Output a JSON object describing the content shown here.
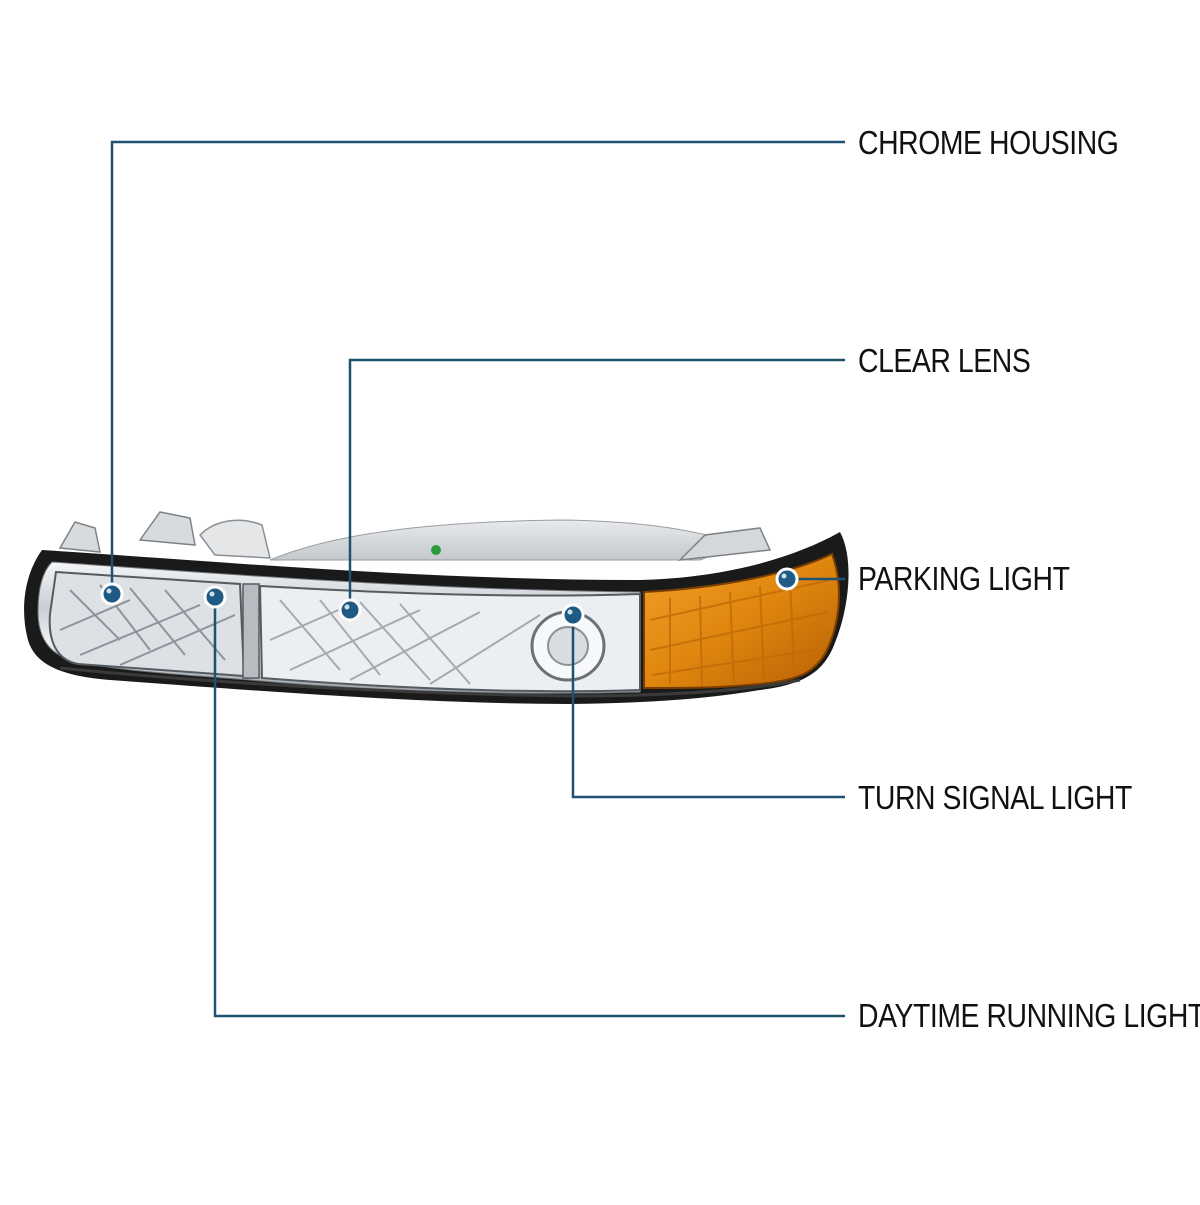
{
  "callouts": {
    "chrome_housing": "CHROME HOUSING",
    "clear_lens": "CLEAR LENS",
    "parking_light": "PARKING LIGHT",
    "turn_signal_light": "TURN SIGNAL LIGHT",
    "daytime_running_light": "DAYTIME RUNNING LIGHT"
  },
  "colors": {
    "leader_line": "#1f5272",
    "marker_fill": "#1f5a85",
    "label_text": "#111111",
    "amber_lens": "#e0860e",
    "chrome": "#c9ced3",
    "bezel": "#1a1a1a"
  }
}
